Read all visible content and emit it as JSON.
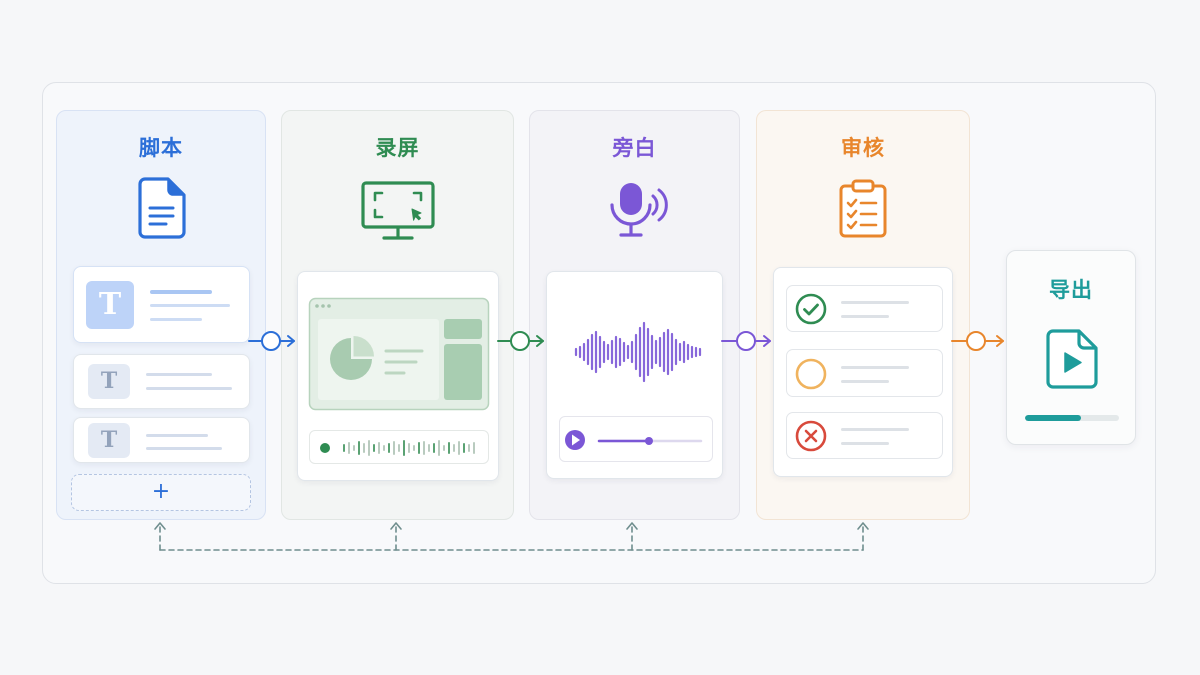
{
  "colors": {
    "script": "#2c6fd8",
    "record": "#2f8c52",
    "narration": "#7b57d6",
    "review": "#e8862c",
    "export": "#1e9c9b",
    "ok": "#2f8c52",
    "pending": "#f0b35e",
    "reject": "#d84a3c",
    "loop": "#6f8e8e"
  },
  "stages": {
    "script": {
      "title": "脚本",
      "icon": "document-icon",
      "card_glyph": "T",
      "add_label": "+"
    },
    "record": {
      "title": "录屏",
      "icon": "monitor-icon"
    },
    "narration": {
      "title": "旁白",
      "icon": "microphone-icon",
      "playback_position": 0.49
    },
    "review": {
      "title": "审核",
      "icon": "clipboard-checklist-icon",
      "items": [
        {
          "icon": "check-circle-icon"
        },
        {
          "icon": "empty-circle-icon"
        },
        {
          "icon": "x-circle-icon"
        }
      ]
    },
    "export": {
      "title": "导出",
      "icon": "video-file-icon",
      "progress": 0.6
    }
  }
}
